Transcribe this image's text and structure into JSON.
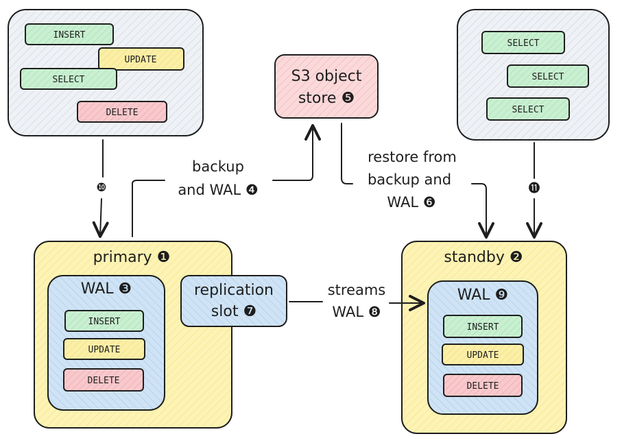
{
  "colors": {
    "ink": "#1e1e1e",
    "client_fill": "#eef1f5",
    "node_fill": "#fdf3b5",
    "wal_fill": "#cfe3f5",
    "slot_fill": "#bfe0f7",
    "s3_fill": "#fbd9da",
    "insert_fill": "#c9efd1",
    "update_fill": "#fbefa8",
    "select_fill": "#c9efd1",
    "delete_fill": "#f8c9cc"
  },
  "writer_client": {
    "ops": [
      "INSERT",
      "UPDATE",
      "SELECT",
      "DELETE"
    ]
  },
  "reader_client": {
    "ops": [
      "SELECT",
      "SELECT",
      "SELECT"
    ]
  },
  "s3": {
    "line1": "S3 object",
    "line2": "store ❺"
  },
  "primary": {
    "title": "primary ❶",
    "wal_title": "WAL ❸",
    "wal_ops": [
      "INSERT",
      "UPDATE",
      "DELETE"
    ],
    "slot_line1": "replication",
    "slot_line2": "slot ❼"
  },
  "standby": {
    "title": "standby ❷",
    "wal_title": "WAL ❾",
    "wal_ops": [
      "INSERT",
      "UPDATE",
      "DELETE"
    ]
  },
  "edges": {
    "backup_line1": "backup",
    "backup_line2": "and WAL ❹",
    "restore_line1": "restore from",
    "restore_line2": "backup and",
    "restore_line3": "WAL ❻",
    "streams_line1": "streams",
    "streams_line2": "WAL ❽",
    "writer_marker": "❿",
    "reader_marker": "⓫"
  }
}
